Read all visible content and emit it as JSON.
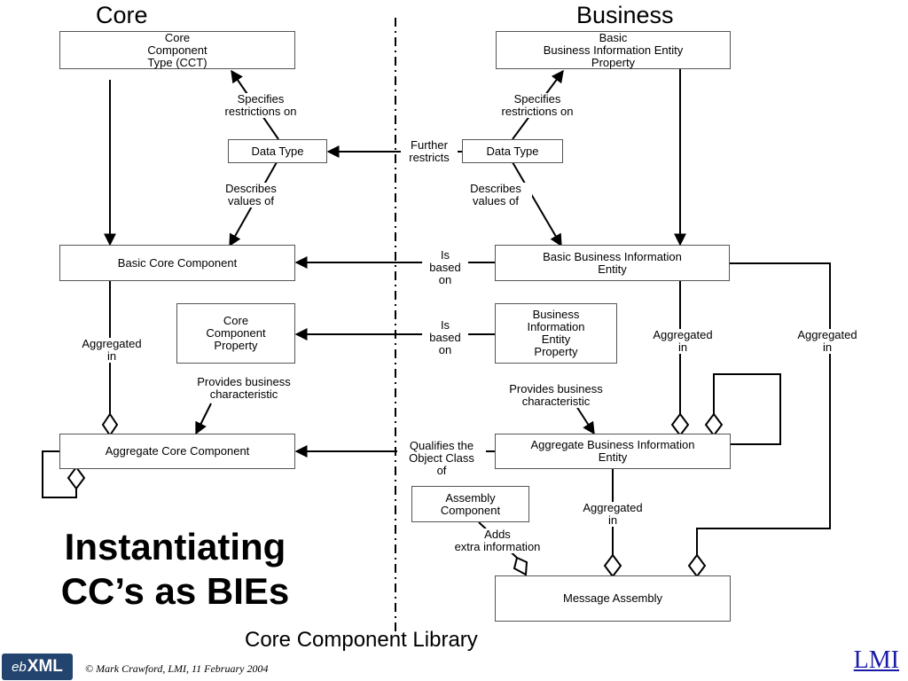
{
  "headings": {
    "core": "Core",
    "business": "Business"
  },
  "boxes": {
    "cct": "Core\nComponent\nType (CCT)",
    "bbie_property_top": "Basic\nBusiness Information Entity\nProperty",
    "data_type_core": "Data Type",
    "data_type_business": "Data Type",
    "basic_core_component": "Basic Core Component",
    "bbie": "Basic Business Information\nEntity",
    "cc_property": "Core\nComponent\nProperty",
    "bie_property": "Business\nInformation\nEntity\nProperty",
    "aggregate_core_component": "Aggregate Core Component",
    "abie": "Aggregate Business Information\nEntity",
    "assembly_component": "Assembly\nComponent",
    "message_assembly": "Message Assembly"
  },
  "labels": {
    "specifies_core": "Specifies\nrestrictions on",
    "specifies_business": "Specifies\nrestrictions on",
    "further_restricts": "Further\nrestricts",
    "describes_core": "Describes\nvalues of",
    "describes_business": "Describes\nvalues of",
    "is_based_on_1": "Is\nbased\non",
    "is_based_on_2": "Is\nbased\non",
    "aggregated_core": "Aggregated\nin",
    "aggregated_bbie": "Aggregated\nin",
    "aggregated_right": "Aggregated\nin",
    "aggregated_abie": "Aggregated\nin",
    "provides_core": "Provides  business\ncharacteristic",
    "provides_business": "Provides  business\ncharacteristic",
    "qualifies": "Qualifies the\nObject Class\nof",
    "adds_extra": "Adds\nextra information"
  },
  "title": "Instantiating\nCC’s as BIEs",
  "library": "Core Component Library",
  "footer": {
    "logo_prefix": "eb",
    "logo_main": "XML",
    "copyright": "© Mark Crawford, LMI, 11 February 2004",
    "lmi": "LMI"
  },
  "colors": {
    "lines": "#000000",
    "box_border": "#555555",
    "lmi": "#1a1aa8",
    "logo_bg": "#23446e"
  }
}
